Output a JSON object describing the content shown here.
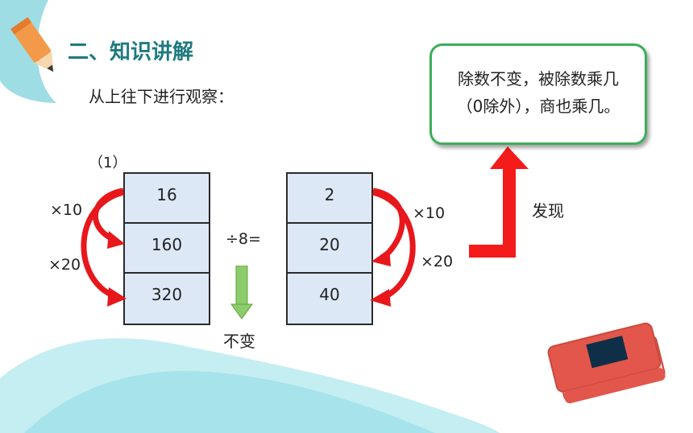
{
  "heading": "二、知识讲解",
  "subtitle": "从上往下进行观察：",
  "problem_label": "（1）",
  "dividends": [
    "16",
    "160",
    "320"
  ],
  "quotients": [
    "2",
    "20",
    "40"
  ],
  "left_ops": [
    "×10",
    "×20"
  ],
  "right_ops": [
    "×10",
    "×20"
  ],
  "divisor_op": "÷8=",
  "divisor_note": "不变",
  "discover_label": "发现",
  "callout": {
    "line1": "除数不变，被除数乘几",
    "line2": "（0除外），商也乘几。"
  },
  "colors": {
    "heading": "#1f7a80",
    "arrow": "#e8171b",
    "cell_bg": "#dde8f7",
    "callout_border": "#3cae5a",
    "down_arrow": "#7cc35a"
  },
  "icons": [
    "pencil-icon",
    "book-icon"
  ]
}
